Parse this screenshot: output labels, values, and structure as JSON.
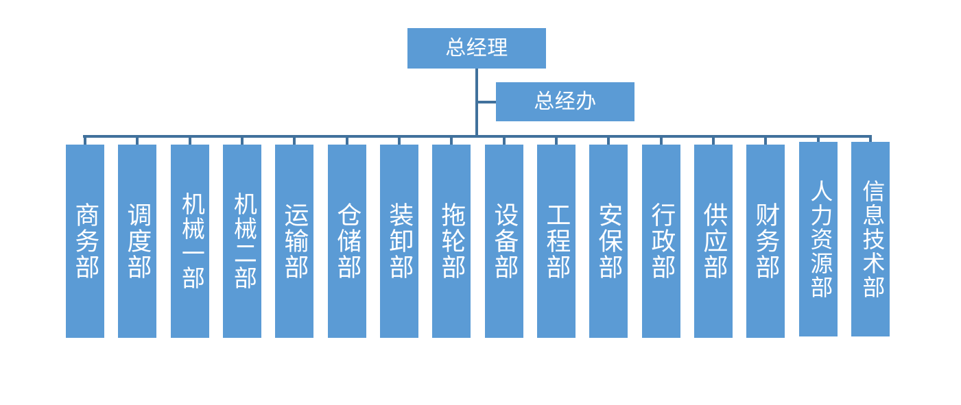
{
  "chart_data": {
    "type": "diagram",
    "diagram_type": "organization-chart",
    "title": "",
    "colors": {
      "box_fill": "#5b9bd5",
      "box_text": "#ffffff",
      "connector_line": "#41719c",
      "background": "#ffffff"
    },
    "levels": [
      {
        "level": 1,
        "nodes": [
          {
            "id": "gm",
            "label": "总经理",
            "orientation": "horizontal"
          }
        ]
      },
      {
        "level": 2,
        "nodes": [
          {
            "id": "gmo",
            "label": "总经办",
            "orientation": "horizontal",
            "relation": "staff"
          }
        ]
      },
      {
        "level": 3,
        "relation": "line",
        "count": 16,
        "nodes": [
          {
            "id": "d1",
            "label": "商务部",
            "orientation": "vertical"
          },
          {
            "id": "d2",
            "label": "调度部",
            "orientation": "vertical"
          },
          {
            "id": "d3",
            "label": "机械一部",
            "orientation": "vertical"
          },
          {
            "id": "d4",
            "label": "机械二部",
            "orientation": "vertical"
          },
          {
            "id": "d5",
            "label": "运输部",
            "orientation": "vertical"
          },
          {
            "id": "d6",
            "label": "仓储部",
            "orientation": "vertical"
          },
          {
            "id": "d7",
            "label": "装卸部",
            "orientation": "vertical"
          },
          {
            "id": "d8",
            "label": "拖轮部",
            "orientation": "vertical"
          },
          {
            "id": "d9",
            "label": "设备部",
            "orientation": "vertical"
          },
          {
            "id": "d10",
            "label": "工程部",
            "orientation": "vertical"
          },
          {
            "id": "d11",
            "label": "安保部",
            "orientation": "vertical"
          },
          {
            "id": "d12",
            "label": "行政部",
            "orientation": "vertical"
          },
          {
            "id": "d13",
            "label": "供应部",
            "orientation": "vertical"
          },
          {
            "id": "d14",
            "label": "财务部",
            "orientation": "vertical"
          },
          {
            "id": "d15",
            "label": "人力资源部",
            "orientation": "vertical"
          },
          {
            "id": "d16",
            "label": "信息技术部",
            "orientation": "vertical"
          }
        ]
      }
    ],
    "edges": [
      {
        "from": "gm",
        "to": "gmo",
        "style": "elbow"
      },
      {
        "from": "gm",
        "to": "all-departments",
        "style": "bus"
      }
    ]
  },
  "top": {
    "general_manager": "总经理",
    "general_manager_office": "总经办"
  },
  "departments": [
    "商务部",
    "调度部",
    "机械一部",
    "机械二部",
    "运输部",
    "仓储部",
    "装卸部",
    "拖轮部",
    "设备部",
    "工程部",
    "安保部",
    "行政部",
    "供应部",
    "财务部",
    "人力资源部",
    "信息技术部"
  ]
}
